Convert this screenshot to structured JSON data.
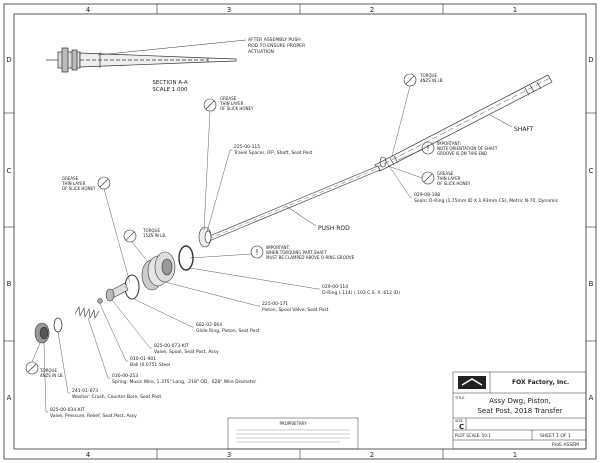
{
  "border": {
    "columns": [
      "4",
      "3",
      "2",
      "1"
    ],
    "rows": [
      "D",
      "C",
      "B",
      "A"
    ]
  },
  "section_view": {
    "title": "SECTION  A-A",
    "scale": "SCALE  1.000",
    "note": [
      "AFTER ASSEMBLY PUSH",
      "ROD TO ENSURE PROPER",
      "ACTUATION"
    ]
  },
  "callouts": {
    "grease_top": [
      "GREASE",
      "THIN LAYER",
      "OF SLICK HONEY"
    ],
    "grease_left": [
      "GREASE",
      "THIN LAYER",
      "OF SLICK HONEY"
    ],
    "grease_right": [
      "GREASE",
      "THIN LAYER",
      "OF SLICK HONEY"
    ],
    "torque_top_right": [
      "TORQUE",
      "4NZS IN LB."
    ],
    "torque_mid": [
      "TORQUE",
      "15ZS IN LB."
    ],
    "torque_bottom": [
      "TORQUE",
      "4NZS IN LB."
    ],
    "important_shaft": [
      "IMPORTANT:",
      "NOTE ORIENTATION OF SHAFT",
      "GROOVE IS ON THIS END"
    ],
    "important_torque": [
      "IMPORTANT:",
      "WHEN TORQUING PART,SHAFT",
      "MUST BE CLAMPED ABOVE O-RING GROOVE"
    ],
    "shaft": "SHAFT",
    "push_rod": "PUSH ROD"
  },
  "parts": [
    {
      "number": "225-00-115",
      "desc": "Travel Spacer, IFP, Shaft, Seat Post"
    },
    {
      "number": "029-08-198",
      "desc": "Seals: O-Ring (1.75mm ID X 1.93mm CS), Metric N-70, Dynamic"
    },
    {
      "number": "029-00-114",
      "desc": "O-Ring (-114) (.103 C.S. X .612 ID)"
    },
    {
      "number": "225-00-171",
      "desc": "Piston, Spool Valve, Seat Post"
    },
    {
      "number": "682-02-064",
      "desc": "Glide Ring, Piston, Seat Post"
    },
    {
      "number": "825-00-073-KIT",
      "desc": "Valve, Spool, Seat Post, Assy"
    },
    {
      "number": "010-01-901",
      "desc": "Ball (0.0751 Steel"
    },
    {
      "number": "030-00-253",
      "desc": "Spring: Music Wire, 1.375\" Long, .218\" OD, .028\" Wire Diameter"
    },
    {
      "number": "241-01-073",
      "desc": "Washer: Crush, Counter Bore, Seat Post"
    },
    {
      "number": "825-00-034-KIT",
      "desc": "Valve, Pressure, Relief, Seat Post, Assy"
    }
  ],
  "title_block": {
    "company": "FOX Factory, Inc.",
    "title_label": "TITLE",
    "title_lines": [
      "Assy Dwg, Piston,",
      "Seat Post, 2018 Transfer"
    ],
    "size_label": "SIZE",
    "size": "C",
    "scale_label": "PLOT SCALE: 50:1",
    "sheet": "SHEET 1 OF 1",
    "confidential": "PROPRIETARY",
    "format": "ProE ASSEM"
  }
}
